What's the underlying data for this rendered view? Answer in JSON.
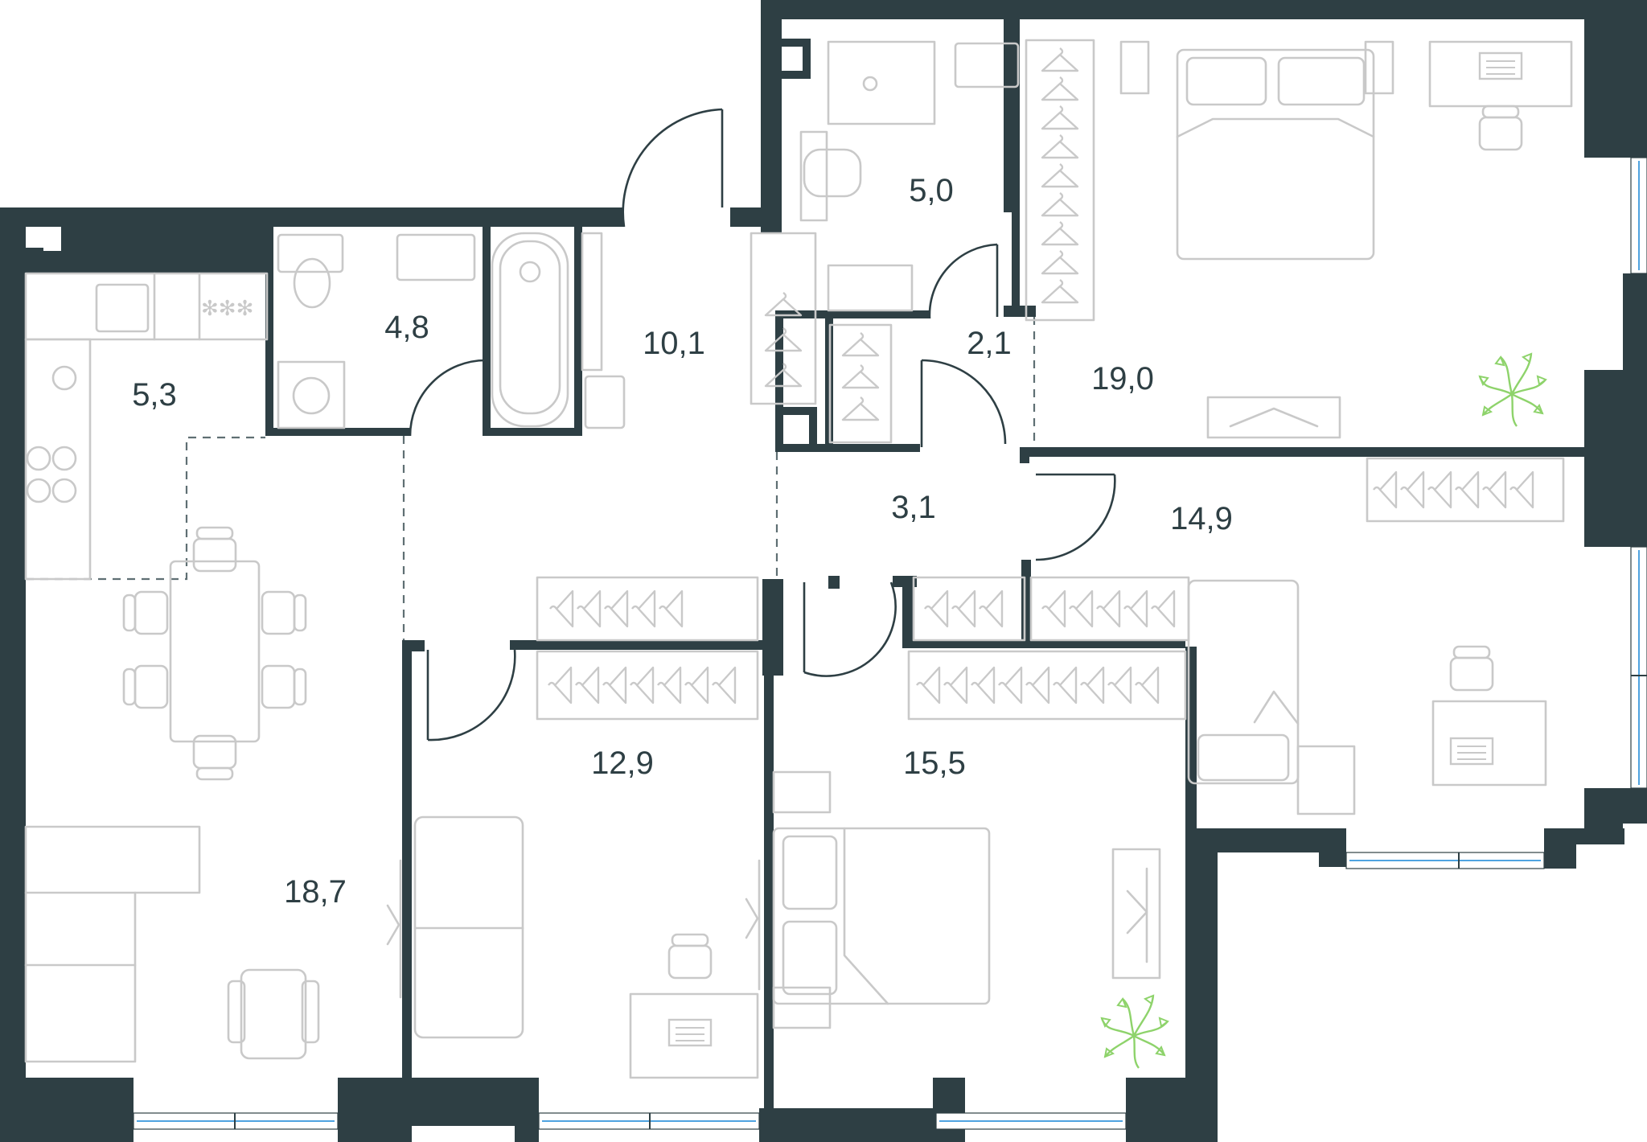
{
  "plan": {
    "rooms": [
      {
        "id": "living",
        "area": "18,7"
      },
      {
        "id": "kitchen",
        "area": "5,3"
      },
      {
        "id": "bath-1",
        "area": "4,8"
      },
      {
        "id": "hall",
        "area": "10,1"
      },
      {
        "id": "bath-2",
        "area": "5,0"
      },
      {
        "id": "closet",
        "area": "2,1"
      },
      {
        "id": "master-bedroom",
        "area": "19,0"
      },
      {
        "id": "corridor",
        "area": "3,1"
      },
      {
        "id": "bedroom-east",
        "area": "14,9"
      },
      {
        "id": "bedroom-mid",
        "area": "12,9"
      },
      {
        "id": "bedroom-south",
        "area": "15,5"
      }
    ],
    "colors": {
      "wall": "#2e3f44",
      "furniture": "#c9c9c9",
      "plant": "#8ed36b",
      "window_glass": "#4fa3e0"
    },
    "icons": [
      "plant-icon",
      "hanger-icon",
      "sink-icon",
      "toilet-icon",
      "bathtub-icon",
      "bed-icon",
      "laptop-icon",
      "washing-machine-icon",
      "stove-icon"
    ]
  }
}
